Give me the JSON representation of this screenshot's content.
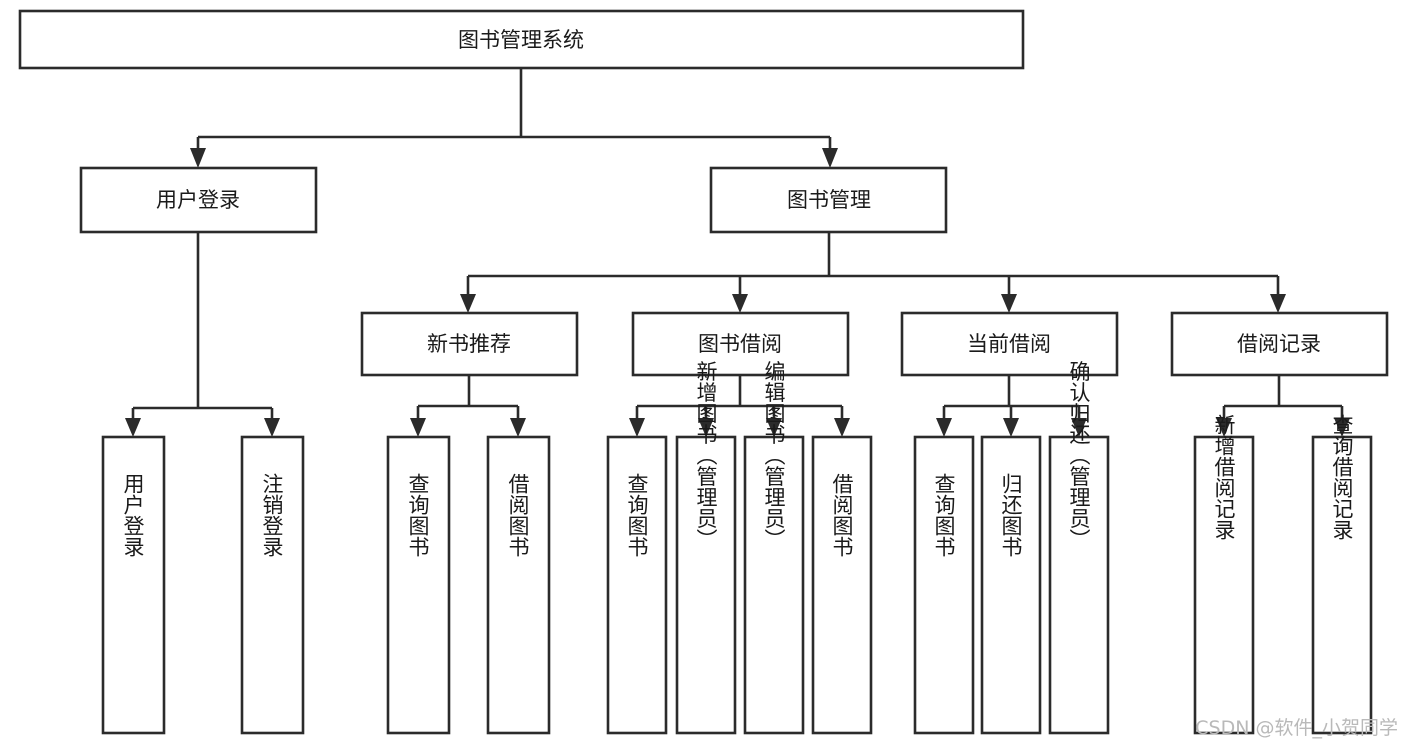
{
  "diagram": {
    "title": "图书管理系统",
    "orientation": "top-down",
    "edge_style": "orthogonal-arrow",
    "colors": {
      "box_stroke": "#2b2b2b",
      "box_fill": "#ffffff",
      "text": "#1a1a1a",
      "background": "#ffffff",
      "watermark": "#b9b9b9"
    },
    "levels": {
      "root": "图书管理系统",
      "level2": [
        "用户登录",
        "图书管理"
      ],
      "level3": [
        "新书推荐",
        "图书借阅",
        "当前借阅",
        "借阅记录"
      ]
    },
    "nodes": {
      "root": {
        "label": "图书管理系统",
        "orientation": "horizontal"
      },
      "user_login": {
        "label": "用户登录",
        "orientation": "horizontal"
      },
      "book_manage": {
        "label": "图书管理",
        "orientation": "horizontal"
      },
      "new_book_rec": {
        "label": "新书推荐",
        "orientation": "horizontal"
      },
      "book_borrow": {
        "label": "图书借阅",
        "orientation": "horizontal"
      },
      "current_borrow": {
        "label": "当前借阅",
        "orientation": "horizontal"
      },
      "borrow_record": {
        "label": "借阅记录",
        "orientation": "horizontal"
      }
    },
    "leaves": {
      "user_login": [
        {
          "label": "用户登录",
          "orientation": "vertical"
        },
        {
          "label": "注销登录",
          "orientation": "vertical"
        }
      ],
      "new_book_rec": [
        {
          "label": "查询图书",
          "orientation": "vertical"
        },
        {
          "label": "借阅图书",
          "orientation": "vertical"
        }
      ],
      "book_borrow": [
        {
          "label": "查询图书",
          "orientation": "vertical"
        },
        {
          "label": "新增图书（管理员）",
          "orientation": "vertical"
        },
        {
          "label": "编辑图书（管理员）",
          "orientation": "vertical"
        },
        {
          "label": "借阅图书",
          "orientation": "vertical"
        }
      ],
      "current_borrow": [
        {
          "label": "查询图书",
          "orientation": "vertical"
        },
        {
          "label": "归还图书",
          "orientation": "vertical"
        },
        {
          "label": "确认归还（管理员）",
          "orientation": "vertical"
        }
      ],
      "borrow_record": [
        {
          "label": "新增借阅记录",
          "orientation": "vertical"
        },
        {
          "label": "查询借阅记录",
          "orientation": "vertical"
        }
      ]
    },
    "watermark": "CSDN @软件_小贺同学"
  }
}
